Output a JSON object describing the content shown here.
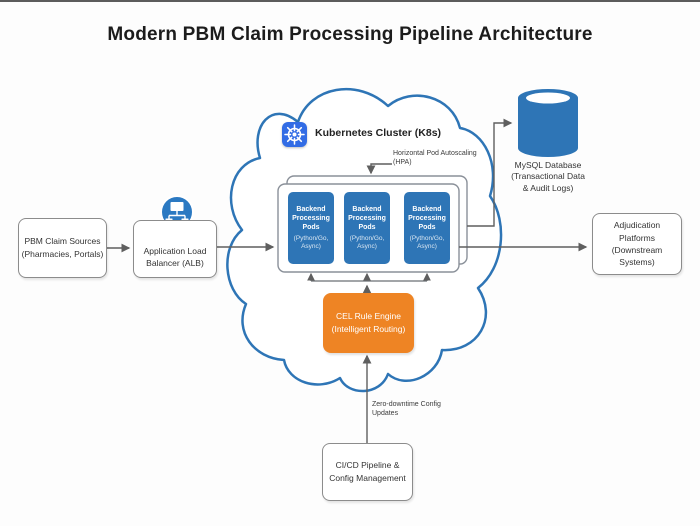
{
  "page": {
    "title": "Modern PBM Claim Processing Pipeline Architecture"
  },
  "colors": {
    "primary_blue": "#2E75B6",
    "kubernetes_blue": "#326CE5",
    "accent_orange": "#EE8424",
    "cloud_outline": "#2E75B6",
    "connector_gray": "#5F5F5F",
    "box_border_gray": "#8C8C8C"
  },
  "nodes": {
    "claim_sources": {
      "lines": [
        "PBM Claim Sources",
        "(Pharmacies, Portals)"
      ]
    },
    "alb": {
      "icon": "load-balancer-icon",
      "lines": [
        "Application Load",
        "Balancer (ALB)"
      ]
    },
    "k8s_cluster": {
      "icon": "kubernetes-helm-icon",
      "label": "Kubernetes Cluster (K8s)"
    },
    "hpa_note": {
      "lines": [
        "Horizontal Pod",
        "Autoscaling (HPA)"
      ]
    },
    "pods": [
      {
        "title": "Backend Processing Pods",
        "subtitle": "(Python/Go, Async)"
      },
      {
        "title": "Backend Processing Pods",
        "subtitle": "(Python/Go, Async)"
      },
      {
        "title": "Backend Processing Pods",
        "subtitle": "(Python/Go, Async)"
      }
    ],
    "cel_engine": {
      "lines": [
        "CEL Rule Engine",
        "(Intelligent Routing)"
      ]
    },
    "mysql": {
      "icon": "database-cylinder-icon",
      "lines": [
        "MySQL Database",
        "(Transactional Data",
        "& Audit Logs)"
      ]
    },
    "adjudication": {
      "lines": [
        "Adjudication",
        "Platforms",
        "(Downstream Systems)"
      ]
    },
    "cicd": {
      "lines": [
        "CI/CD Pipeline &",
        "Config Management"
      ]
    },
    "config_note": {
      "lines": [
        "Zero-downtime",
        "Config Updates"
      ]
    }
  }
}
